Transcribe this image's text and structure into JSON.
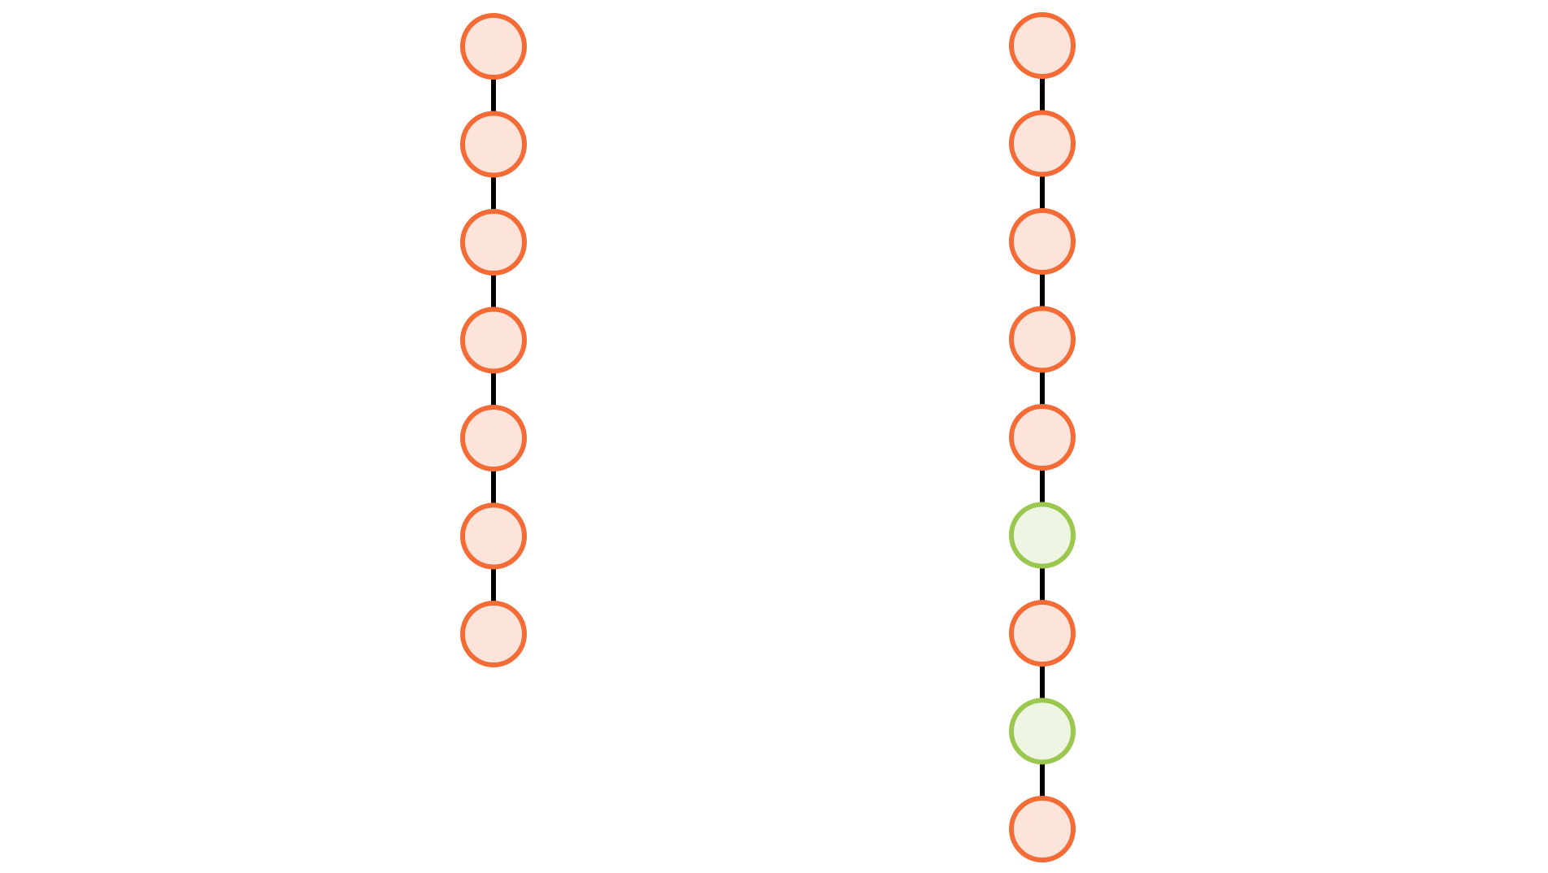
{
  "colors": {
    "background": "#ffffff",
    "edge": "#000000",
    "orange_fill": "#fde4da",
    "orange_stroke": "#f46b36",
    "green_fill": "#eef5e3",
    "green_stroke": "#9ac84e"
  },
  "chains": [
    {
      "name": "left-chain",
      "nodes": [
        "orange",
        "orange",
        "orange",
        "orange",
        "orange",
        "orange",
        "orange"
      ]
    },
    {
      "name": "right-chain",
      "nodes": [
        "orange",
        "orange",
        "orange",
        "orange",
        "orange",
        "green",
        "orange",
        "green",
        "orange"
      ]
    }
  ]
}
